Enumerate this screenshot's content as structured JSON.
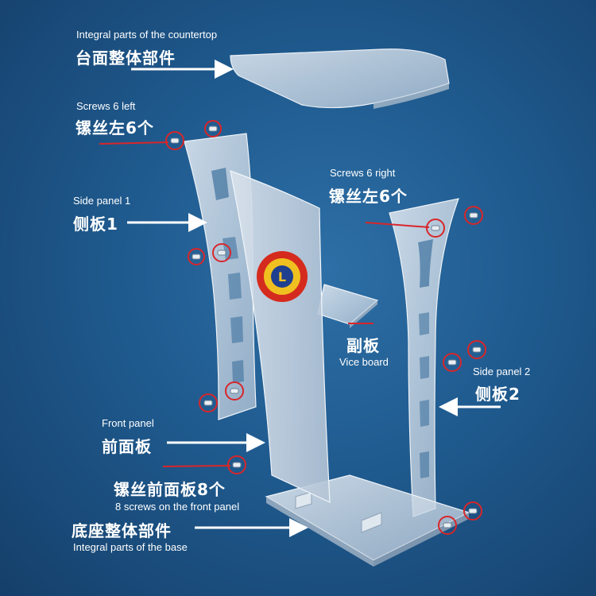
{
  "labels": {
    "countertop": {
      "en": "Integral parts of the countertop",
      "zh": "台面整体部件"
    },
    "screws_left": {
      "en": "Screws 6 left",
      "zh": "镙丝左6个"
    },
    "side_panel_1": {
      "en": "Side panel 1",
      "zh": "侧板1"
    },
    "screws_right": {
      "en": "Screws 6 right",
      "zh": "镙丝左6个"
    },
    "vice_board": {
      "zh": "副板",
      "en": "Vice board"
    },
    "side_panel_2": {
      "en": "Side panel 2",
      "zh": "侧板2"
    },
    "front_panel": {
      "en": "Front panel",
      "zh": "前面板"
    },
    "front_screws": {
      "zh": "镙丝前面板8个",
      "en": "8 screws on the front panel"
    },
    "base": {
      "zh": "底座整体部件",
      "en": "Integral parts of the base"
    }
  },
  "colors": {
    "background": "#1f5a8e",
    "acrylic": "#c9d6e3",
    "arrow": "#ffffff",
    "highlight": "#d8262a",
    "logo_red": "#d52b1e",
    "logo_gold": "#f0c020",
    "logo_blue": "#1f3f8f"
  }
}
